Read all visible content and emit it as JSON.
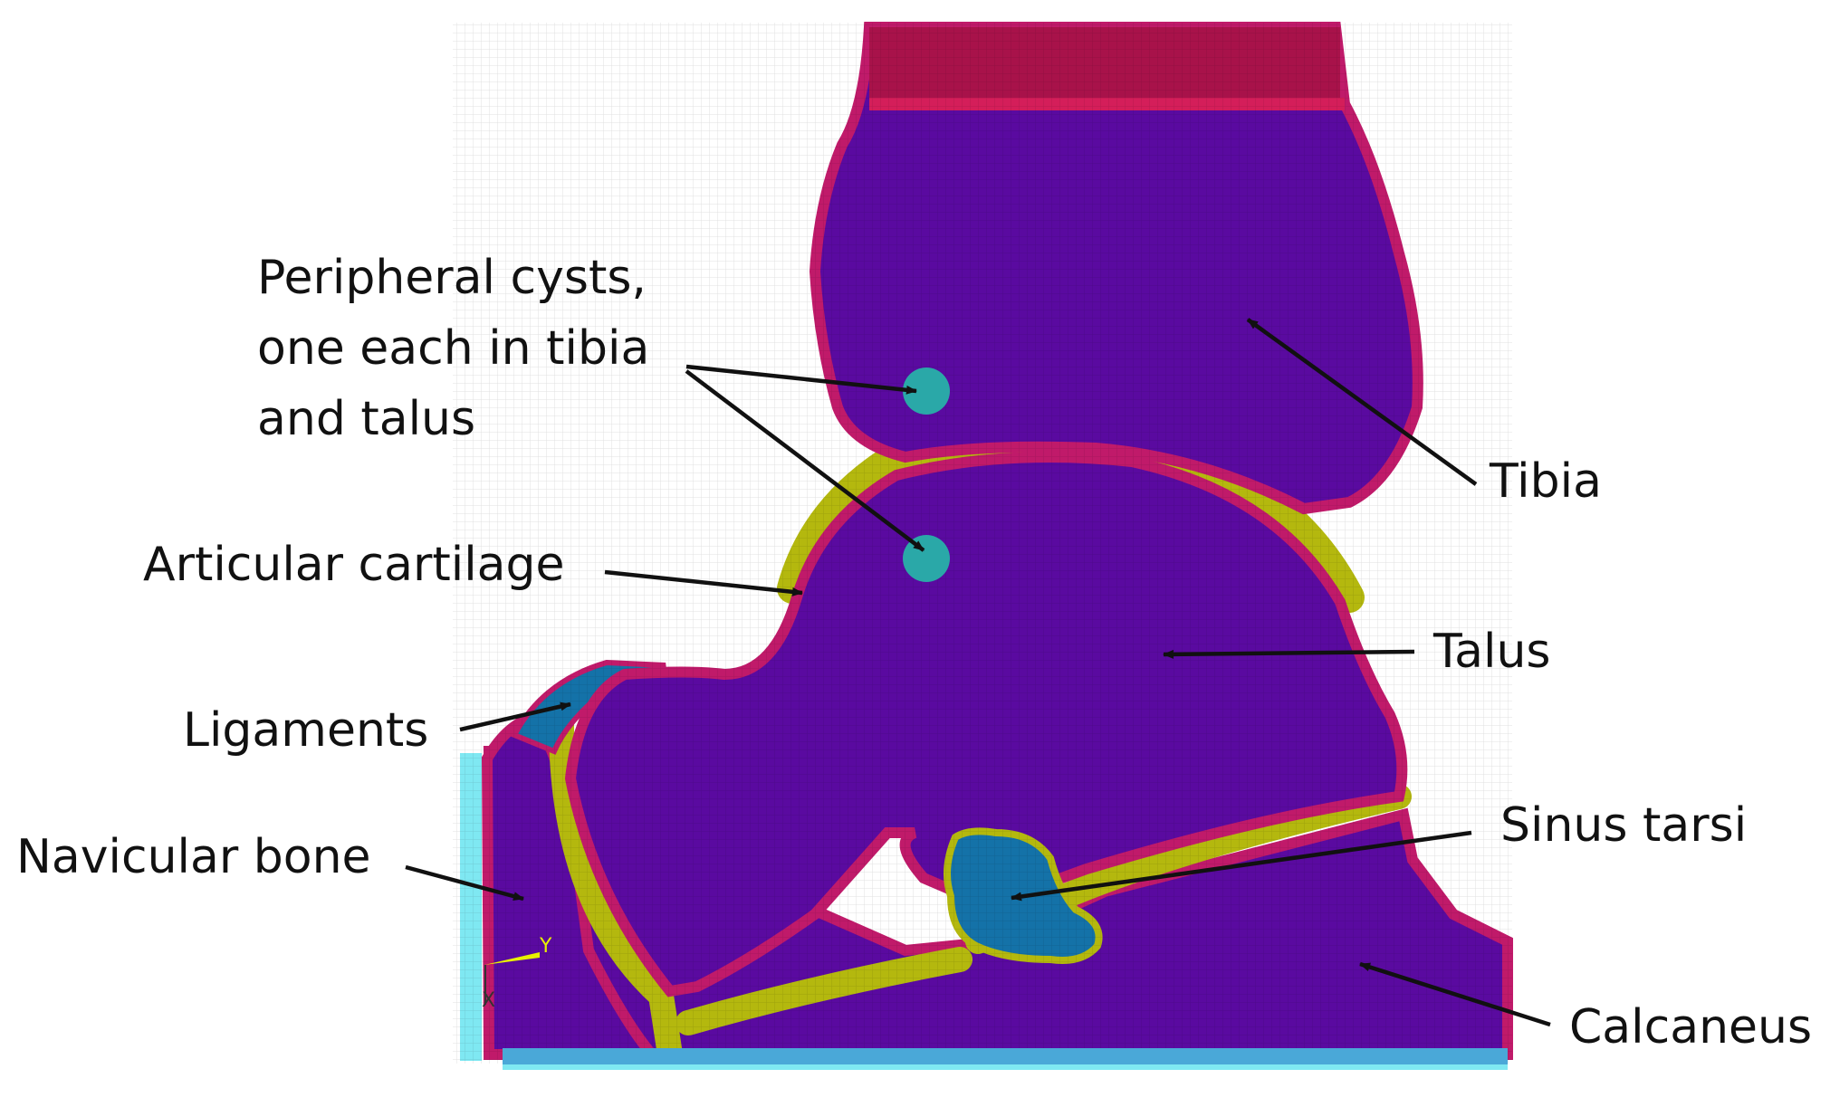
{
  "labels": {
    "peripheral_cysts": "Peripheral cysts,\none each in tibia\nand talus",
    "articular_cartilage": "Articular cartilage",
    "ligaments": "Ligaments",
    "navicular_bone": "Navicular bone",
    "tibia": "Tibia",
    "talus": "Talus",
    "sinus_tarsi": "Sinus tarsi",
    "calcaneus": "Calcaneus"
  },
  "axis_triad": {
    "y": "Y",
    "x": "X"
  },
  "colors": {
    "bone": "#5a0aa0",
    "bone_edge": "#c01a6a",
    "cartilage": "#b4b80e",
    "cyst": "#2aa8a8",
    "ligament": "#1472a8",
    "sinus_tarsi": "#1472a8",
    "boundary_cyan": "#7fe8f2",
    "top_band": "#b8124a",
    "arrow": "#111111"
  }
}
